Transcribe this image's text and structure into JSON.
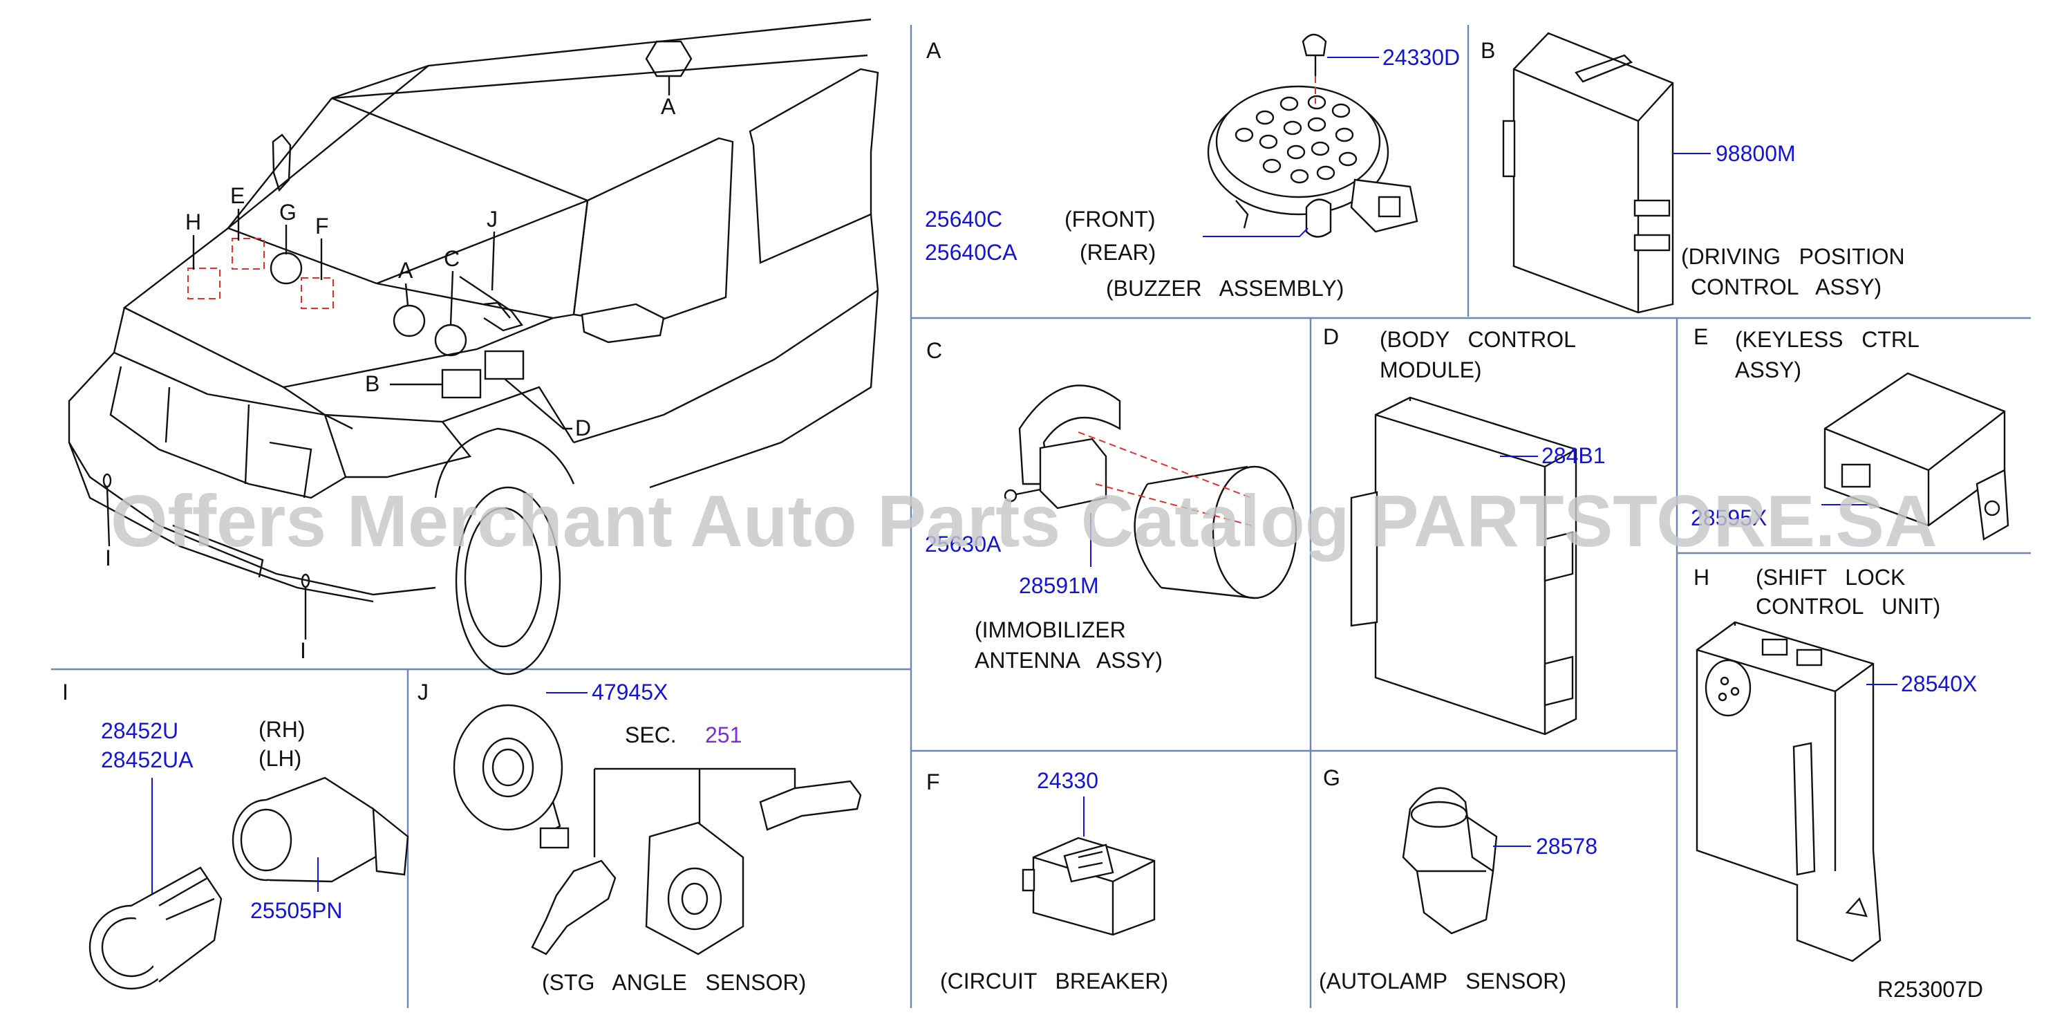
{
  "watermark": "Offers Merchant Auto Parts Catalog PARTSTORE.SA",
  "diagram_id": "R253007D",
  "overview": {
    "callouts": {
      "a1": "A",
      "a2": "A",
      "b": "B",
      "c": "C",
      "d": "D",
      "e": "E",
      "f": "F",
      "g": "G",
      "h": "H",
      "i1": "I",
      "i2": "I",
      "j": "J"
    }
  },
  "panels": {
    "A": {
      "letter": "A",
      "part_front": "25640C",
      "front_label": "(FRONT)",
      "part_rear": "25640CA",
      "rear_label": "(REAR)",
      "part_screw": "24330D",
      "caption": "(BUZZER   ASSEMBLY)"
    },
    "B": {
      "letter": "B",
      "part": "98800M",
      "caption_line1": "(DRIVING   POSITION",
      "caption_line2": "CONTROL   ASSY)"
    },
    "C": {
      "letter": "C",
      "part_main": "28591M",
      "part_screw": "25630A",
      "caption_line1": "(IMMOBILIZER",
      "caption_line2": "ANTENNA   ASSY)"
    },
    "D": {
      "letter": "D",
      "part": "284B1",
      "caption_line1": "(BODY   CONTROL",
      "caption_line2": "MODULE)"
    },
    "E": {
      "letter": "E",
      "part": "28595X",
      "caption_line1": "(KEYLESS   CTRL",
      "caption_line2": "ASSY)"
    },
    "F": {
      "letter": "F",
      "part": "24330",
      "caption": "(CIRCUIT   BREAKER)"
    },
    "G": {
      "letter": "G",
      "part": "28578",
      "caption": "(AUTOLAMP   SENSOR)"
    },
    "H": {
      "letter": "H",
      "part": "28540X",
      "caption_line1": "(SHIFT   LOCK",
      "caption_line2": "CONTROL   UNIT)"
    },
    "I": {
      "letter": "I",
      "part_rh": "28452U",
      "rh_label": "(RH)",
      "part_lh": "28452UA",
      "lh_label": "(LH)",
      "part_sensor": "25505PN"
    },
    "J": {
      "letter": "J",
      "part": "47945X",
      "sec_label": "SEC.",
      "sec_number": "251",
      "caption": "(STG   ANGLE   SENSOR)"
    }
  },
  "colors": {
    "part_number": "#1414d8",
    "section_ref": "#7a2fd0",
    "divider": "#6f86b4",
    "hidden_part": "#e23030",
    "watermark": "#c8c8c8"
  }
}
